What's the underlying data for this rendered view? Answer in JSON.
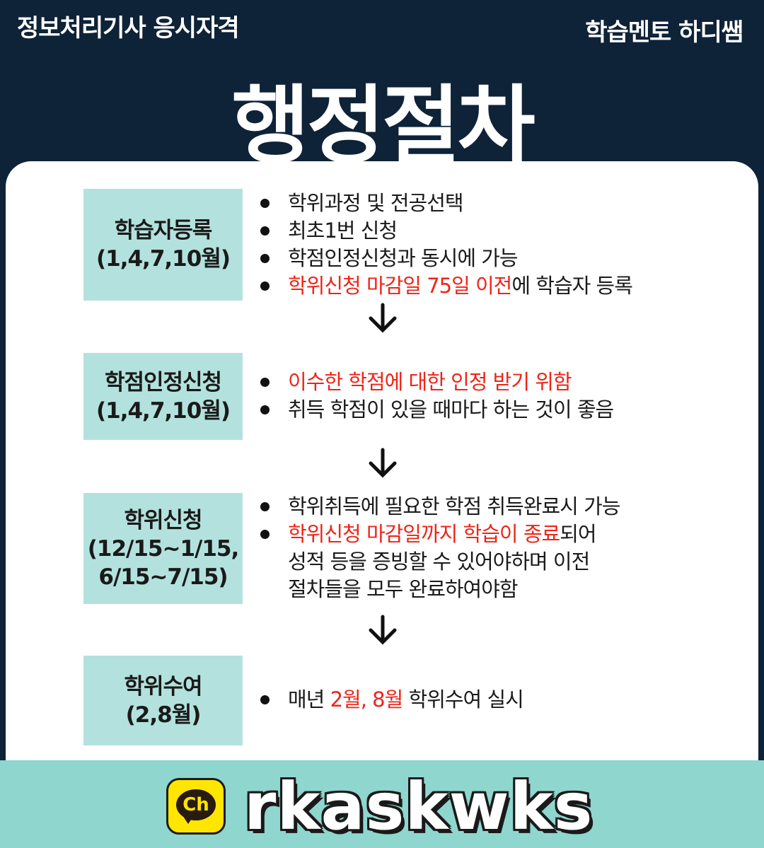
{
  "header": {
    "top_left": "정보처리기사 응시자격",
    "top_right": "학습멘토 하디쌤",
    "title": "행정절차"
  },
  "colors": {
    "navy": "#0e2238",
    "teal_box": "#b3e2de",
    "highlight_red": "#ee2418",
    "footer_teal": "#8fd6ce"
  },
  "steps": [
    {
      "name": "학습자등록",
      "period": "(1,4,7,10월)",
      "bullets": [
        {
          "text": "학위과정 및 전공선택"
        },
        {
          "text": "최초1번 신청"
        },
        {
          "text": "학점인정신청과 동시에 가능"
        },
        {
          "red": "학위신청 마감일 75일 이전",
          "rest": "에 학습자 등록"
        }
      ]
    },
    {
      "name": "학점인정신청",
      "period": "(1,4,7,10월)",
      "bullets": [
        {
          "red": "이수한 학점에 대한 인정 받기 위함"
        },
        {
          "text": "취득 학점이 있을 때마다 하는 것이 좋음"
        }
      ]
    },
    {
      "name": "학위신청",
      "period_line1": "(12/15~1/15,",
      "period_line2": "6/15~7/15)",
      "bullets": [
        {
          "text": "학위취득에 필요한 학점 취득완료시 가능"
        },
        {
          "red": "학위신청 마감일까지 학습이 종료",
          "rest": "되어",
          "line2": "성적 등을 증빙할 수 있어야하며 이전",
          "line3": "절차들을 모두 완료하여야함"
        }
      ]
    },
    {
      "name": "학위수여",
      "period": "(2,8월)",
      "bullets": [
        {
          "pre": "매년 ",
          "red": "2월, 8월",
          "rest": " 학위수여 실시"
        }
      ]
    }
  ],
  "footer": {
    "kakao_icon": "kakao-channel-icon",
    "kakao_label": "Ch",
    "channel_id": "rkaskwks"
  }
}
